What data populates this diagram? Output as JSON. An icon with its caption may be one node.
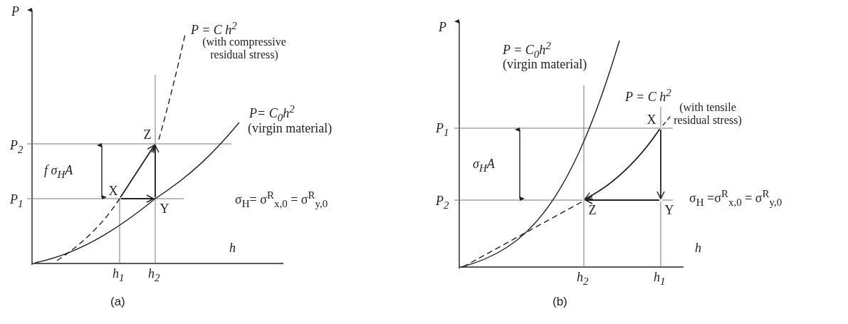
{
  "diagram": {
    "nodes": [
      {
        "text": [
          "Z"
        ]
      },
      {
        "text": [
          "X"
        ]
      },
      {
        "text": [
          "Y"
        ]
      },
      {
        "text": [
          "X"
        ]
      },
      {
        "text": [
          "Z"
        ]
      },
      {
        "text": [
          "Y"
        ]
      }
    ],
    "edges": [
      {
        "from": 1,
        "to": 2,
        "arrow": "to"
      },
      {
        "from": 1,
        "to": 0,
        "arrow": "to"
      },
      {
        "from": 2,
        "to": 0,
        "arrow": "to"
      },
      {
        "from": 3,
        "to": 5,
        "arrow": "to"
      },
      {
        "from": 3,
        "to": 4,
        "arrow": "to"
      },
      {
        "from": 5,
        "to": 4,
        "arrow": "to"
      }
    ],
    "labels": [
      "P",
      "P = C h$^{2}$",
      "(with compressive residual stress)",
      "P= C$_{0}$h$^{2}$",
      "(virgin material)",
      "P$_{2}$",
      "f σ$_{H}$A",
      "P$_{1}$",
      "σ$_{H}$= σ$^{R}$$_{x,0}$ = σ$^{R}$$_{y,0}$",
      "h",
      "h$_{1}$",
      "h$_{2}$",
      "(a)",
      "P",
      "P = C$_{0}$h$^{2}$",
      "(virgin material)",
      "P = C h$^{2}$",
      "(with tensile residual stress)",
      "P$_{1}$",
      "σ$_{H}$A",
      "P$_{2}$",
      "σ$_{H}$ =σ$^{R}$$_{x,0}$ = σ$^{R}$$_{y,0}$",
      "h$_{2}$",
      "h$_{1}$",
      "h",
      "(b)"
    ]
  }
}
